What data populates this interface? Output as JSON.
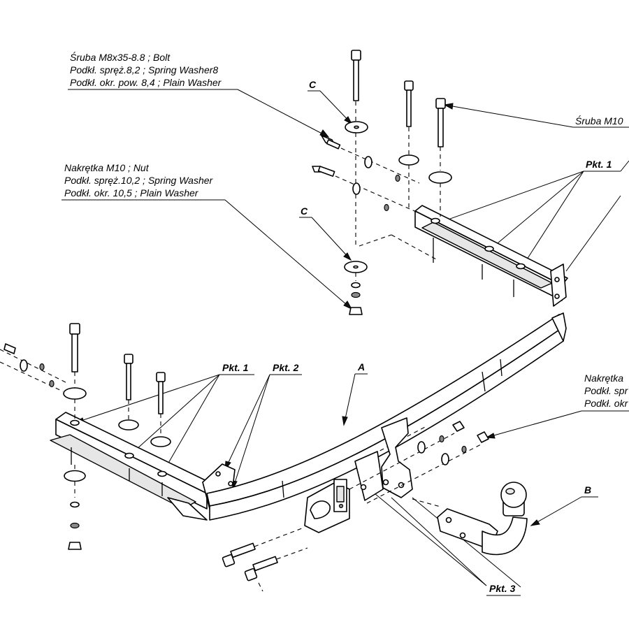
{
  "labels": {
    "bolt_top": [
      "Śruba M8x35-8.8 ;  Bolt",
      "Podkł. spręż.8,2 ; Spring Washer8",
      "Podkł. okr. pow. 8,4 ; Plain Washer"
    ],
    "nut_mid": [
      "Nakrętka  M10 ; Nut",
      "Podkł. spręż.10,2 ; Spring Washer",
      "Podkł. okr. 10,5 ; Plain Washer"
    ],
    "screw_right": "Śruba M10",
    "nut_right": [
      "Nakrętka",
      "Podkł. spr",
      "Podkł. okr"
    ],
    "c_top": "C",
    "c_mid": "C",
    "a": "A",
    "b": "B",
    "pkt1_right": "Pkt. 1",
    "pkt1_left": "Pkt. 1",
    "pkt2": "Pkt. 2",
    "pkt3": "Pkt. 3"
  },
  "colors": {
    "line": "#000000",
    "background": "#ffffff",
    "shade": "#e6e6e6"
  }
}
